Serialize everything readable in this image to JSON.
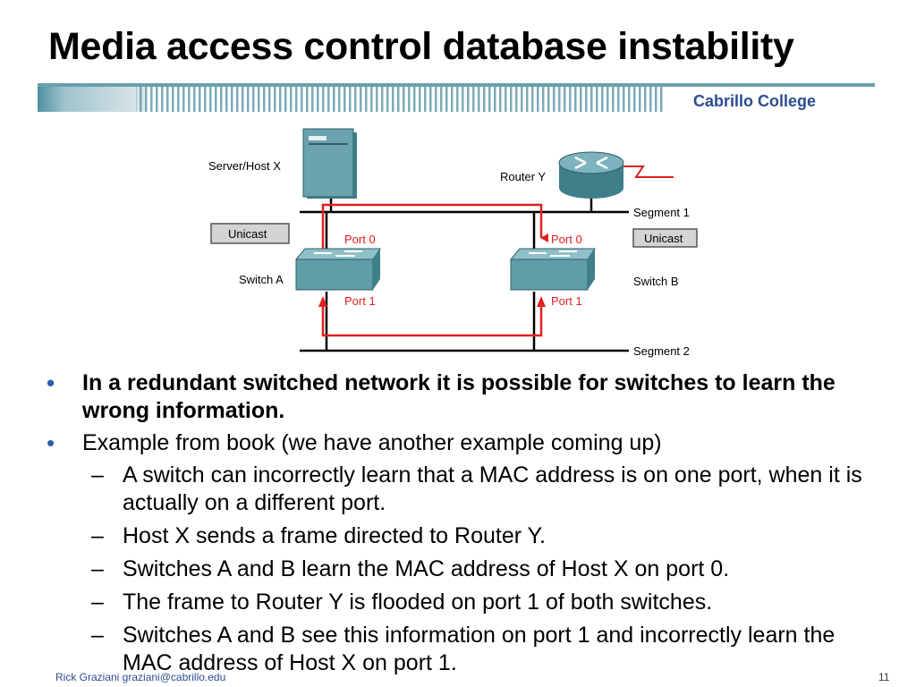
{
  "slide": {
    "title": "Media access control database instability",
    "brand": "Cabrillo College",
    "footer_author": "Rick Graziani  graziani@cabrillo.edu",
    "page_number": "11"
  },
  "diagram": {
    "server_label": "Server/Host X",
    "router_label": "Router Y",
    "segment1_label": "Segment 1",
    "segment2_label": "Segment 2",
    "switch_a_label": "Switch A",
    "switch_b_label": "Switch B",
    "unicast_left": "Unicast",
    "unicast_right": "Unicast",
    "a_port0": "Port 0",
    "a_port1": "Port 1",
    "b_port0": "Port 0",
    "b_port1": "Port 1",
    "colors": {
      "arrow": "#e02020",
      "device": "#5f9ea8",
      "brand": "#2a4d8f"
    }
  },
  "bullets": [
    {
      "text": "In a redundant switched network it is possible for switches to learn the wrong information.",
      "bold": true,
      "sub": []
    },
    {
      "text": "Example from book (we have another example coming up)",
      "bold": false,
      "sub": [
        "A switch can incorrectly learn that a MAC address is on one port, when it is actually on a different port.",
        "Host X sends a frame directed to Router Y.",
        "Switches A and B learn the MAC address of Host X on port 0.",
        "The frame to Router Y is flooded on port 1 of both switches.",
        "Switches A and B see this information on port 1 and incorrectly learn the MAC address of Host X on port 1."
      ]
    }
  ]
}
